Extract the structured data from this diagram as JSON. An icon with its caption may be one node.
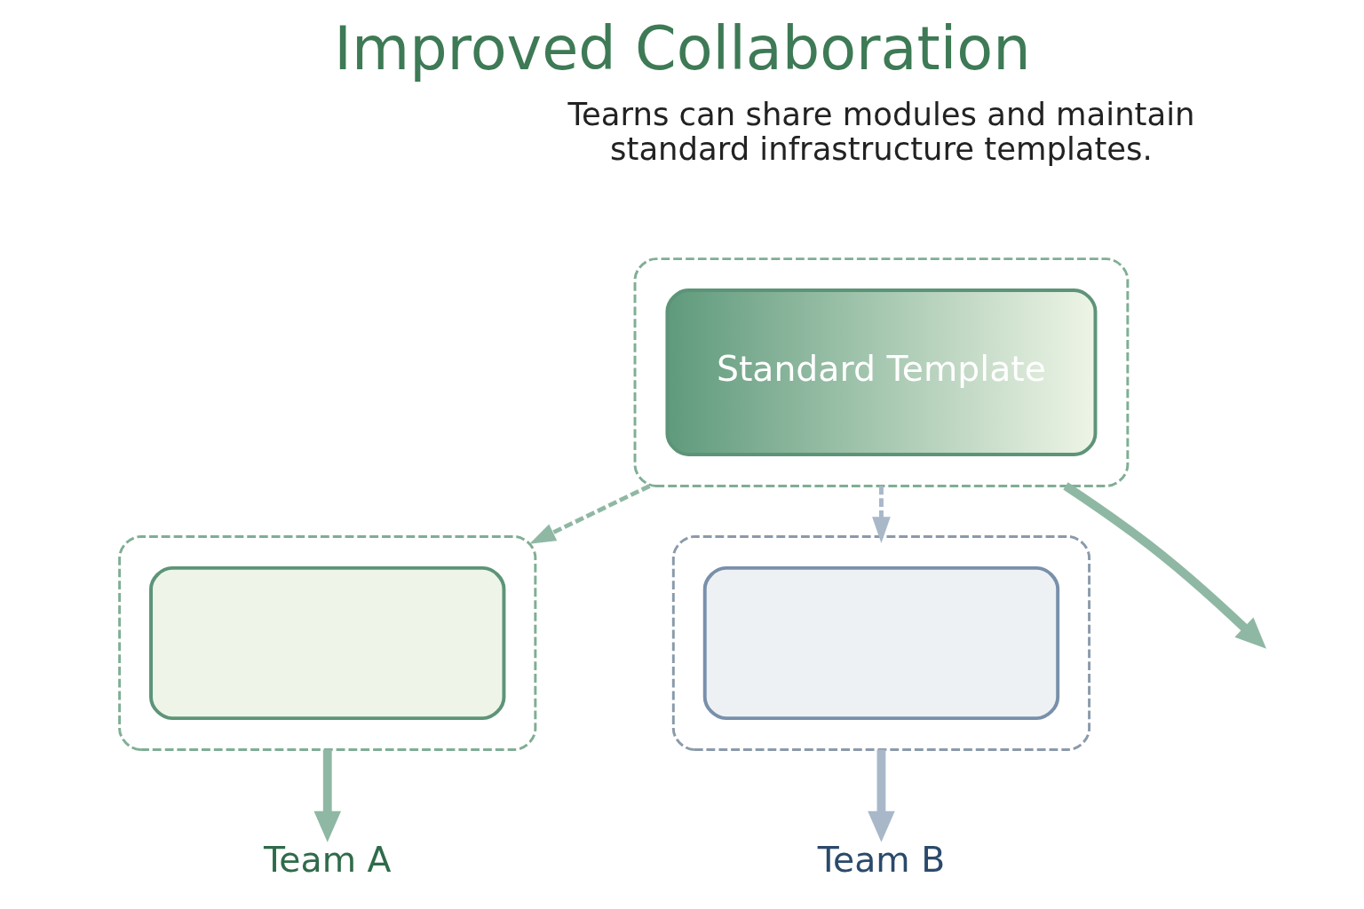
{
  "diagram": {
    "title": "Improved Collaboration",
    "nodes": [
      {
        "text": [],
        "shape": "box"
      },
      {
        "text": [
          "Standard Template"
        ],
        "in": 0
      },
      {
        "text": [],
        "shape": "box"
      },
      {
        "text": [],
        "shape": "box",
        "in": 2
      },
      {
        "text": [
          "Team A"
        ]
      },
      {
        "text": [],
        "shape": "box"
      },
      {
        "text": [],
        "shape": "box",
        "in": 5
      },
      {
        "text": [
          "Team B"
        ]
      }
    ],
    "edges": [
      {
        "from": 0,
        "to": 2,
        "arrow": "to",
        "style": "dashed"
      },
      {
        "from": 0,
        "to": null,
        "arrow": "to"
      },
      {
        "from": 0,
        "to": 5,
        "arrow": "to",
        "style": "dashed",
        "color": "#a9b8c8"
      },
      {
        "from": 2,
        "to": 4,
        "arrow": "to"
      },
      {
        "from": 5,
        "to": 7,
        "arrow": "to",
        "color": "#a9b8c8"
      }
    ],
    "labels": [
      "Tearns can share modules and maintain standard infrastructure templates."
    ]
  }
}
